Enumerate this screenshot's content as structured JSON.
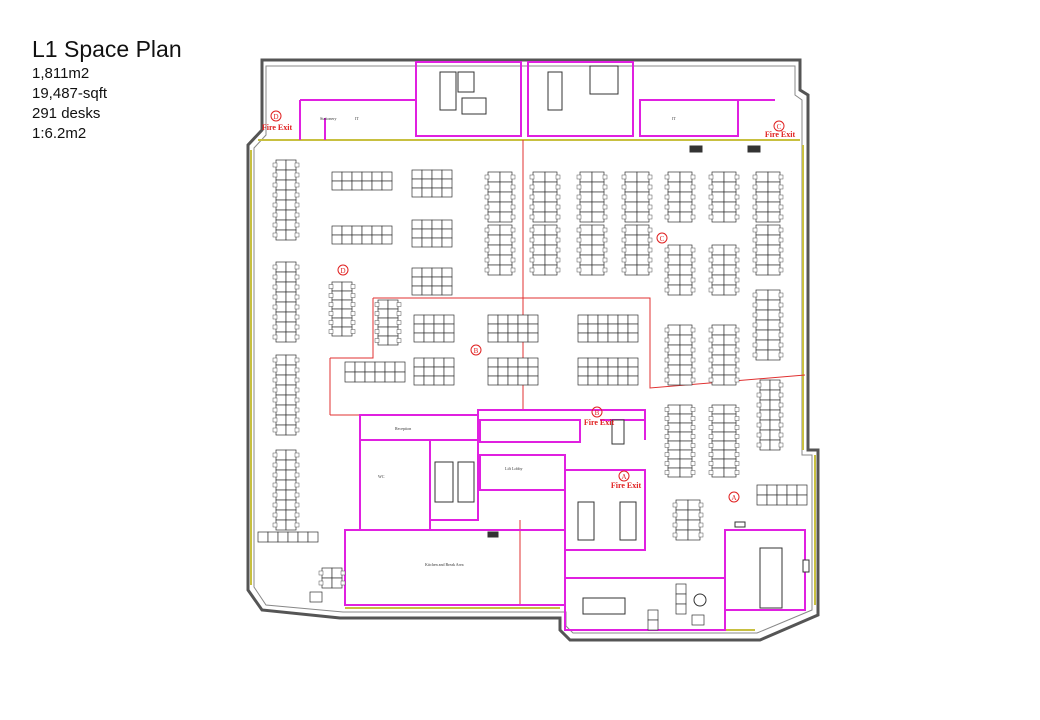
{
  "info": {
    "title": "L1 Space Plan",
    "area_m2": "1,811m2",
    "area_sqft": "19,487-sqft",
    "desks": "291 desks",
    "ratio": "1:6.2m2"
  },
  "colors": {
    "wall": "#555555",
    "partition": "#e020e0",
    "fire": "#e02020",
    "facade": "#c8c040",
    "desk": "#333333"
  },
  "zones": {
    "a": "A",
    "b": "B",
    "c": "C",
    "d": "D"
  },
  "fire_exit": "Fire Exit",
  "rooms": {
    "stationery": "Stationery",
    "it": "IT",
    "it2": "IT",
    "reception": "Reception",
    "lift_lobby": "Lift Lobby",
    "kitchen": "Kitchen and Break Area",
    "wc": "WC"
  }
}
